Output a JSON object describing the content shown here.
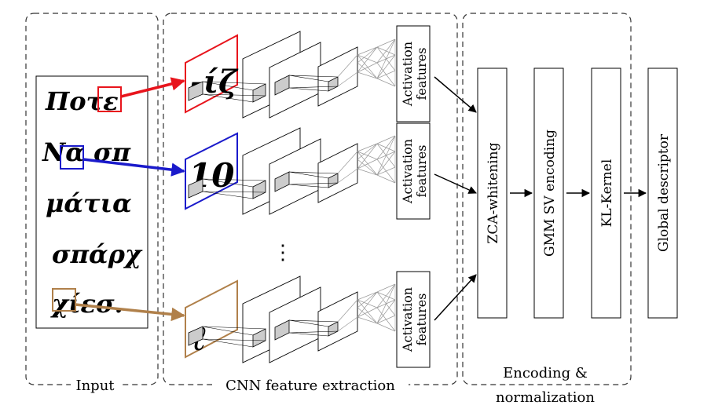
{
  "sections": {
    "input": "Input",
    "cnn": "CNN feature extraction",
    "encoding_line1": "Encoding &",
    "encoding_line2": "normalization"
  },
  "handwriting": {
    "line1": "Ποτε",
    "line2": "Να σπ",
    "line3": "μάτια",
    "line4": "σπάρχ",
    "line5": "χίεσ."
  },
  "patches": {
    "patch1": "-ίζ",
    "patch2": "10",
    "patch3": "ℓ"
  },
  "activation": {
    "line1": "Activation",
    "line2": "features"
  },
  "ellipsis": "⋮",
  "pipeline": {
    "step1": "ZCA-whitening",
    "step2": "GMM SV encoding",
    "step3": "KL-Kernel",
    "output": "Global descriptor"
  },
  "colors": {
    "patch_red": "#e8141c",
    "patch_blue": "#1a1acb",
    "patch_brown": "#b0804a"
  }
}
